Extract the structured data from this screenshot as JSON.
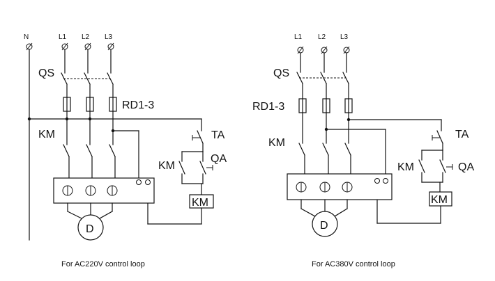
{
  "colors": {
    "ink": "#111111",
    "background": "#ffffff"
  },
  "left": {
    "terminals": [
      "N",
      "L1",
      "L2",
      "L3"
    ],
    "switch_label": "QS",
    "fuse_label": "RD1-3",
    "contactor_label": "KM",
    "stop_label": "TA",
    "aux_contact_label": "KM",
    "start_label": "QA",
    "coil_label": "KM",
    "motor_label": "D",
    "caption": "For AC220V control loop"
  },
  "right": {
    "terminals": [
      "L1",
      "L2",
      "L3"
    ],
    "switch_label": "QS",
    "fuse_label": "RD1-3",
    "contactor_label": "KM",
    "stop_label": "TA",
    "aux_contact_label": "KM",
    "start_label": "QA",
    "coil_label": "KM",
    "motor_label": "D",
    "caption": "For AC380V control loop"
  }
}
